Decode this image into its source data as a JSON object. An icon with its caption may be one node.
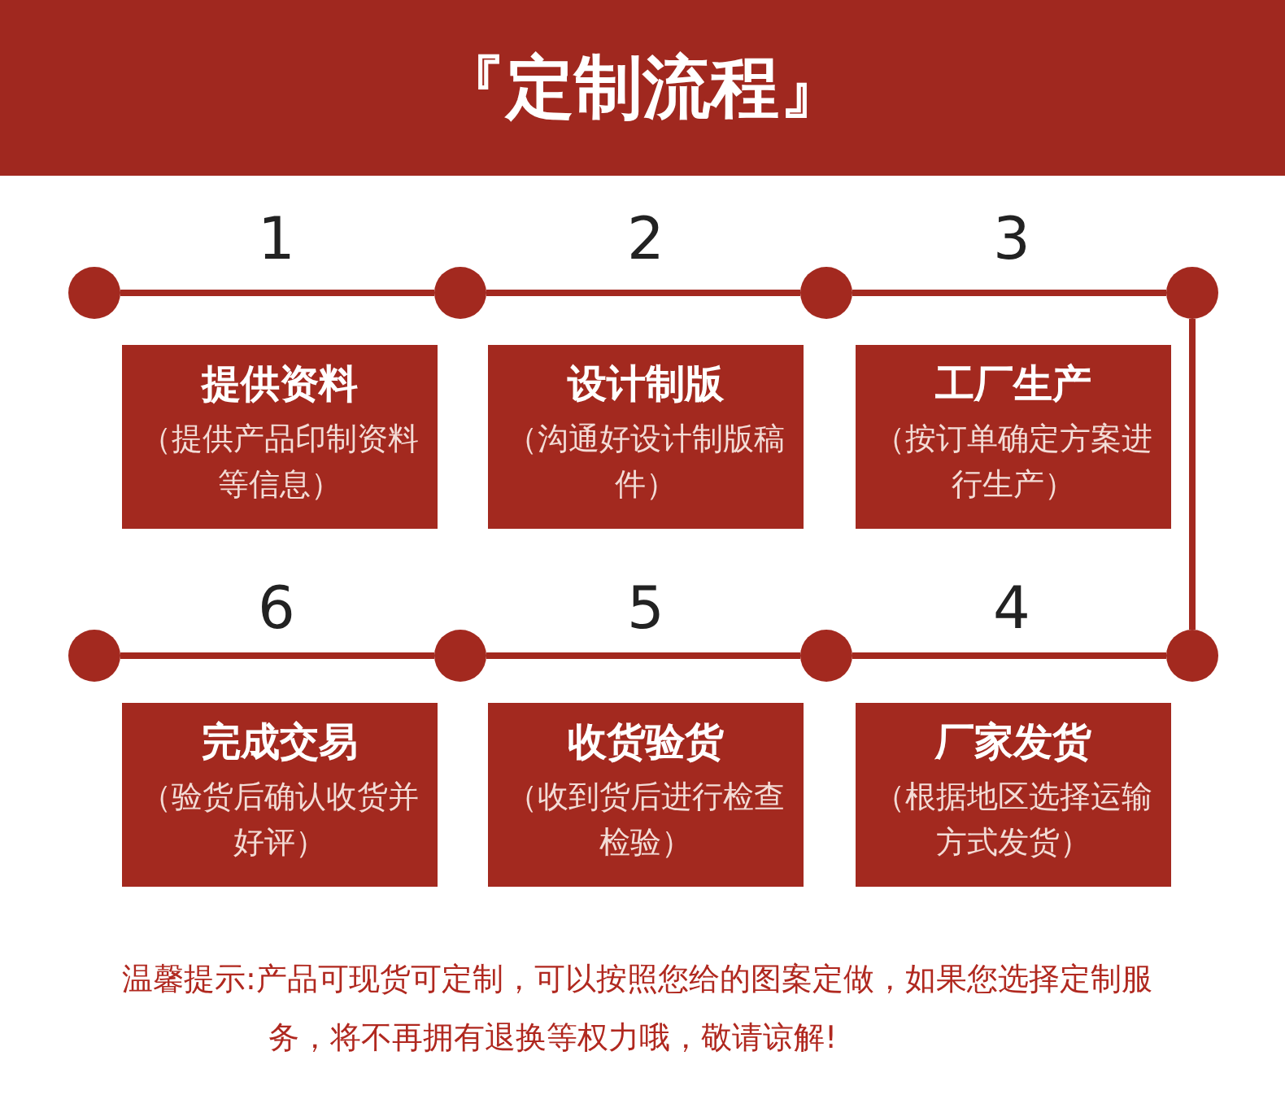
{
  "diagram": {
    "title": "『定制流程』",
    "nodes": [
      {
        "text": [
          "提供资料",
          "（提供产品印制资料等信息）"
        ]
      },
      {
        "text": [
          "设计制版",
          "（沟通好设计制版稿件）"
        ]
      },
      {
        "text": [
          "工厂生产",
          "（按订单确定方案进行生产）"
        ]
      },
      {
        "text": [
          "完成交易",
          "（验货后确认收货并好评）"
        ]
      },
      {
        "text": [
          "收货验货",
          "（收到货后进行检查检验）"
        ]
      },
      {
        "text": [
          "厂家发货",
          "（根据地区选择运输方式发货）"
        ]
      },
      {
        "text": [],
        "shape": "circle"
      },
      {
        "text": [],
        "shape": "circle"
      },
      {
        "text": [],
        "shape": "circle"
      },
      {
        "text": [],
        "shape": "circle"
      },
      {
        "text": [],
        "shape": "circle"
      },
      {
        "text": [],
        "shape": "circle"
      },
      {
        "text": [],
        "shape": "circle"
      },
      {
        "text": [],
        "shape": "circle"
      }
    ],
    "edges": [
      {
        "from": 6,
        "to": 7,
        "arrow": "none"
      },
      {
        "from": 7,
        "to": 8,
        "arrow": "none"
      },
      {
        "from": 8,
        "to": 9,
        "arrow": "none"
      },
      {
        "from": 9,
        "to": 13,
        "arrow": "none"
      },
      {
        "from": 10,
        "to": 11,
        "arrow": "none"
      },
      {
        "from": 11,
        "to": 12,
        "arrow": "none"
      },
      {
        "from": 12,
        "to": 13,
        "arrow": "none"
      }
    ],
    "labels": [
      "1",
      "2",
      "3",
      "6",
      "5",
      "4",
      "温馨提示:产品可现货可定制，可以按照您给的图案定做，如果您选择定制服务，将不再拥有退换等权力哦，敬请谅解!"
    ]
  }
}
